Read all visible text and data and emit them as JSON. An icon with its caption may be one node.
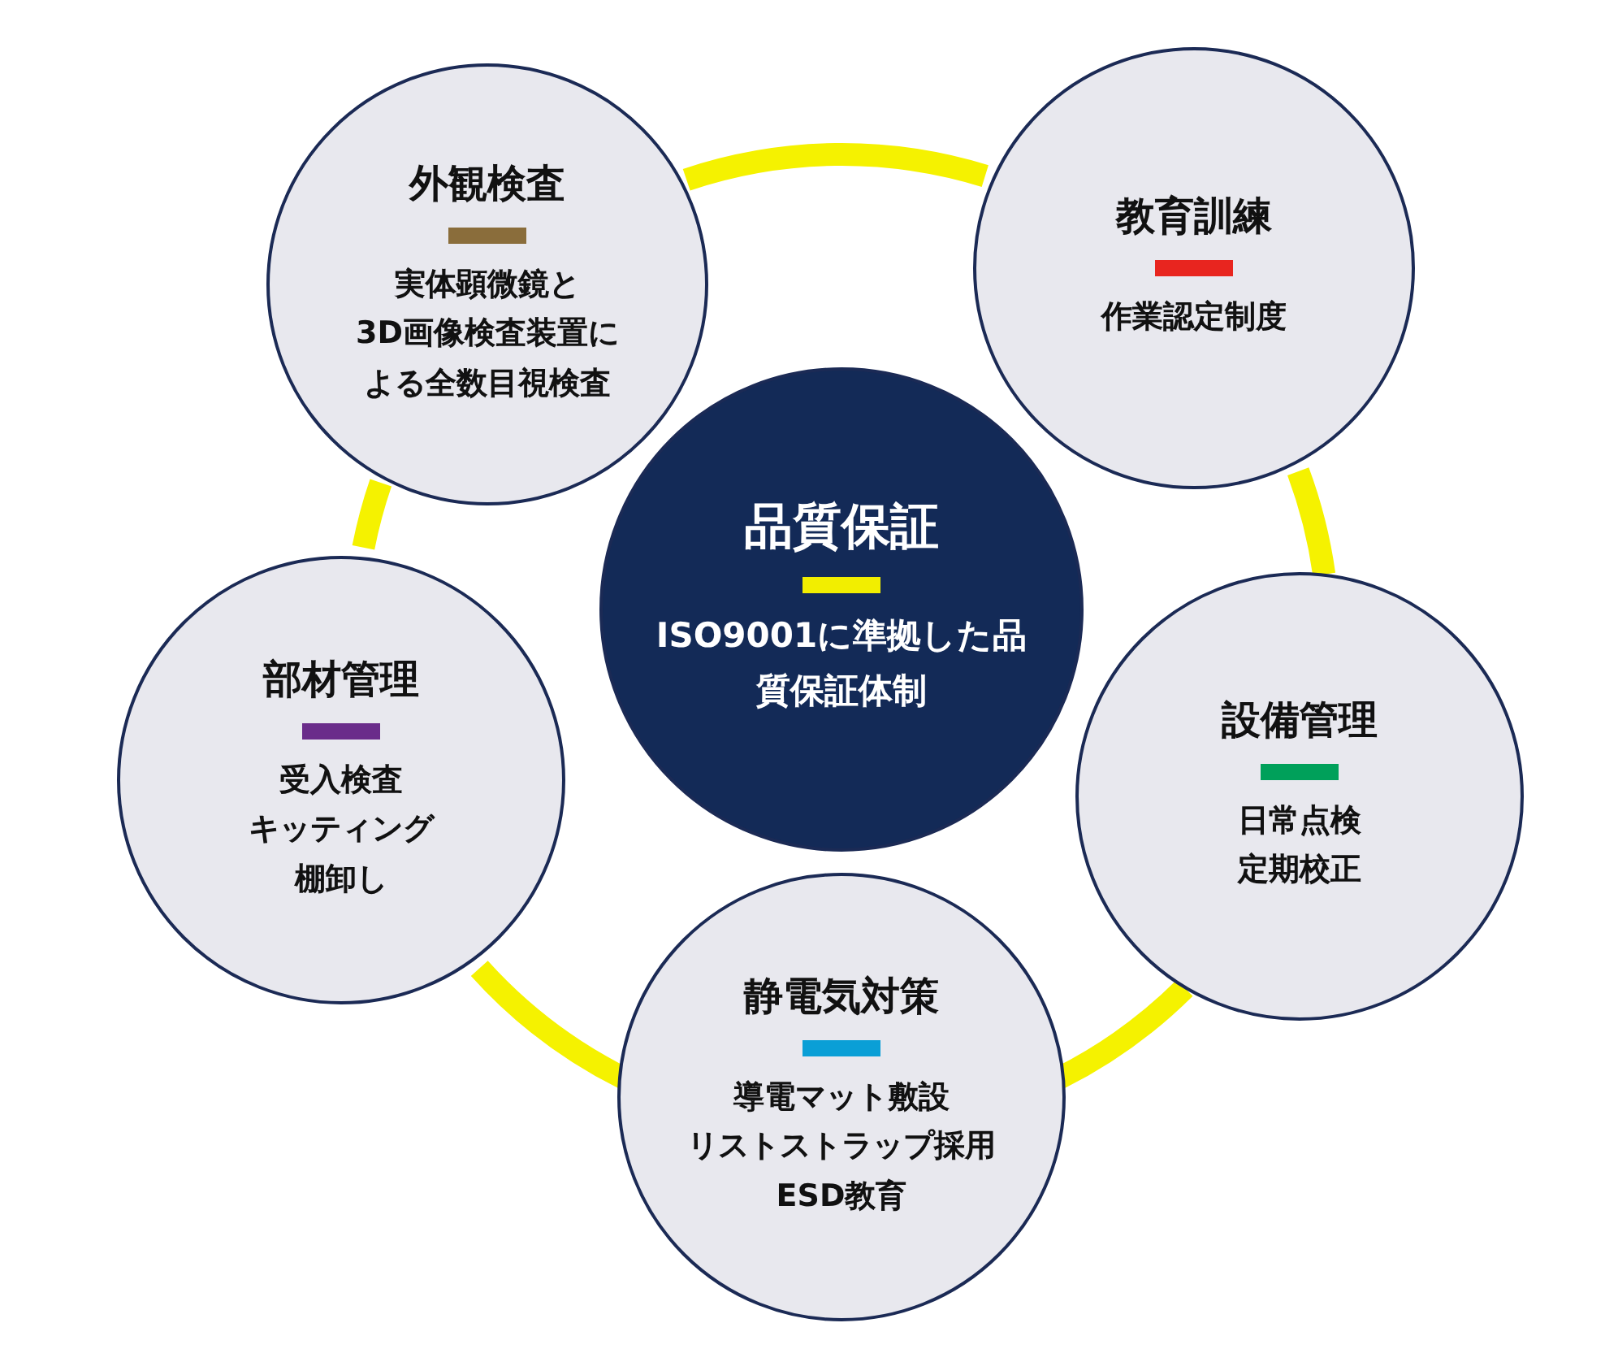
{
  "diagram": {
    "nodes": [
      {
        "text": [
          "外観検査",
          "実体顕微鏡と3D画像検査装置による全数目視検査"
        ]
      },
      {
        "text": [
          "教育訓練",
          "作業認定制度"
        ]
      },
      {
        "text": [
          "品質保証",
          "ISO9001に準拠した品質保証体制"
        ]
      },
      {
        "text": [
          "部材管理",
          "受入検査キッティング棚卸し"
        ]
      },
      {
        "text": [
          "設備管理",
          "日常点検定期校正"
        ]
      },
      {
        "text": [
          "静電気対策",
          "導電マット敷設リストストラップ採用ESD教育"
        ]
      }
    ],
    "edges": [
      {
        "from": 0,
        "to": 1,
        "arrow": "none"
      },
      {
        "from": 1,
        "to": 4,
        "arrow": "none"
      },
      {
        "from": 4,
        "to": 5,
        "arrow": "none"
      },
      {
        "from": 5,
        "to": 3,
        "arrow": "none"
      },
      {
        "from": 3,
        "to": 0,
        "arrow": "none"
      }
    ]
  }
}
